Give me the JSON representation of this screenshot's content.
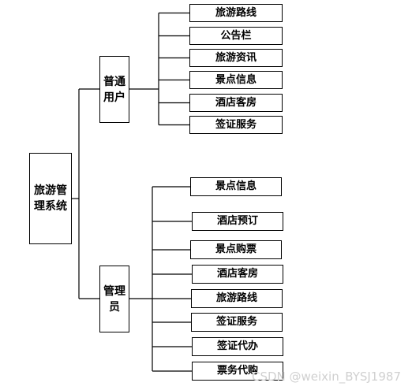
{
  "root": {
    "label": "旅游管理系统"
  },
  "groups": [
    {
      "label": "普通用户",
      "items": [
        "旅游路线",
        "公告栏",
        "旅游资讯",
        "景点信息",
        "酒店客房",
        "签证服务"
      ]
    },
    {
      "label": "管理员",
      "items": [
        "景点信息",
        "酒店预订",
        "景点购票",
        "酒店客房",
        "旅游路线",
        "签证服务",
        "签证代办",
        "票务代购"
      ]
    }
  ],
  "watermark": "CSDN @weixin_BYSJ1987"
}
